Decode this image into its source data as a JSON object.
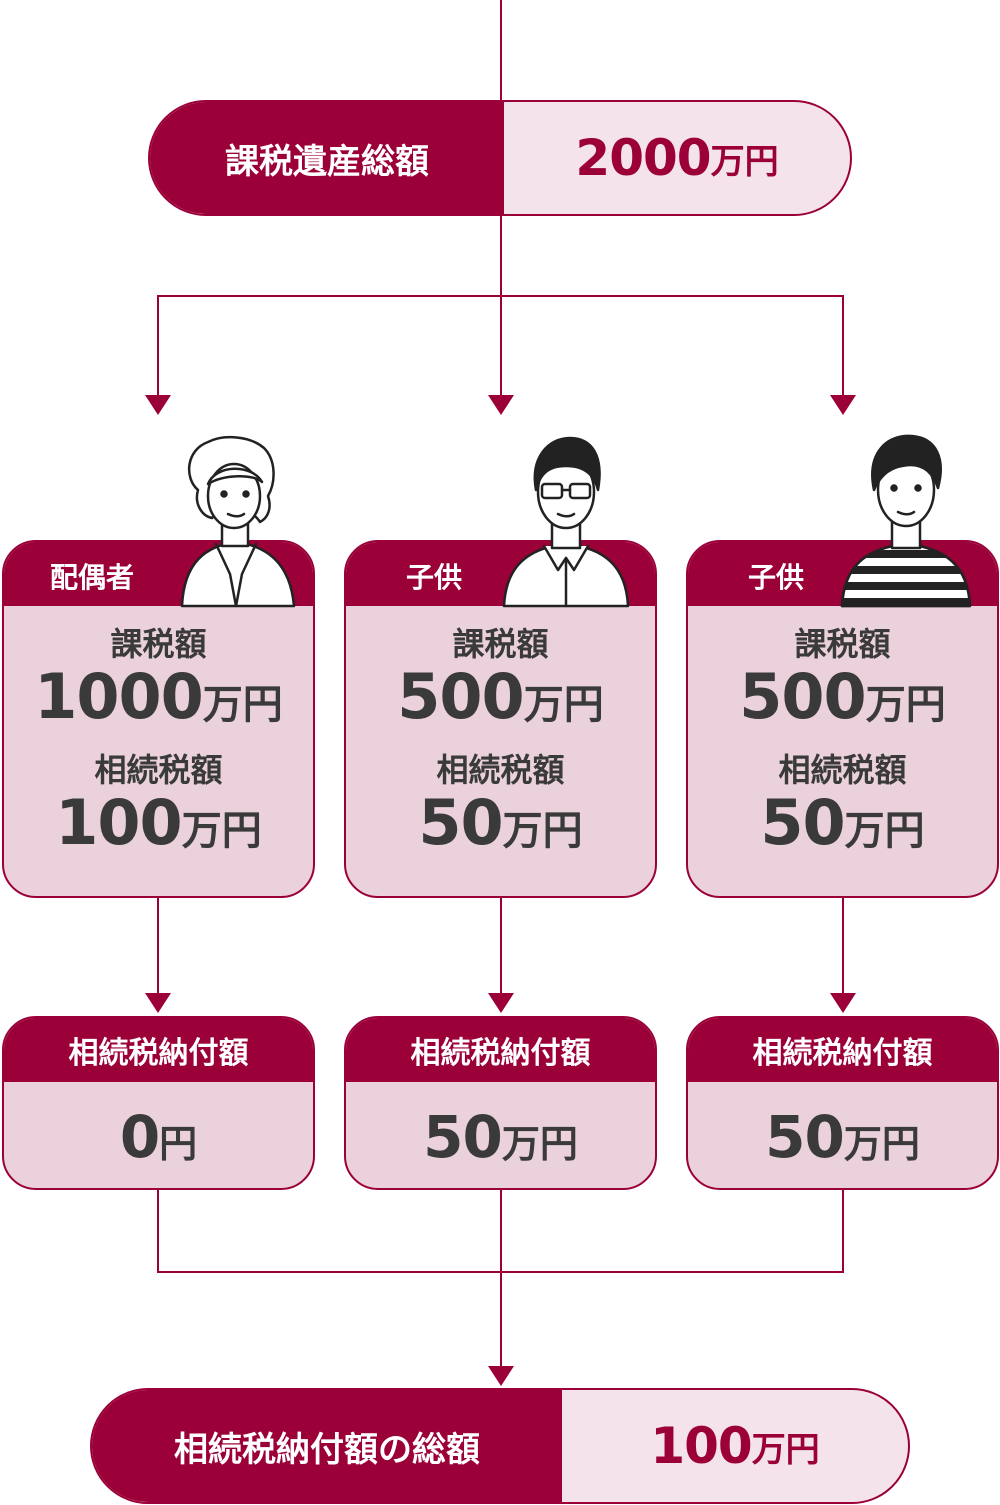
{
  "taxable_estate": {
    "label": "課税遺産総額",
    "amount": "2000",
    "unit": "万円"
  },
  "heirs": [
    {
      "role": "配偶者",
      "taxable_label": "課税額",
      "taxable_amount": "1000",
      "taxable_unit": "万円",
      "tax_label": "相続税額",
      "tax_amount": "100",
      "tax_unit": "万円"
    },
    {
      "role": "子供",
      "taxable_label": "課税額",
      "taxable_amount": "500",
      "taxable_unit": "万円",
      "tax_label": "相続税額",
      "tax_amount": "50",
      "tax_unit": "万円"
    },
    {
      "role": "子供",
      "taxable_label": "課税額",
      "taxable_amount": "500",
      "taxable_unit": "万円",
      "tax_label": "相続税額",
      "tax_amount": "50",
      "tax_unit": "万円"
    }
  ],
  "payments": [
    {
      "label": "相続税納付額",
      "amount": "0",
      "unit": "円"
    },
    {
      "label": "相続税納付額",
      "amount": "50",
      "unit": "万円"
    },
    {
      "label": "相続税納付額",
      "amount": "50",
      "unit": "万円"
    }
  ],
  "total": {
    "label": "相続税納付額の総額",
    "amount": "100",
    "unit": "万円"
  },
  "colors": {
    "accent": "#9b0039",
    "light_fill": "#f4e3ea",
    "card_fill": "#ead1dc",
    "text": "#3a3a3a"
  },
  "icons": [
    "elderly-woman-icon",
    "middle-aged-man-glasses-icon",
    "young-man-striped-shirt-icon"
  ]
}
